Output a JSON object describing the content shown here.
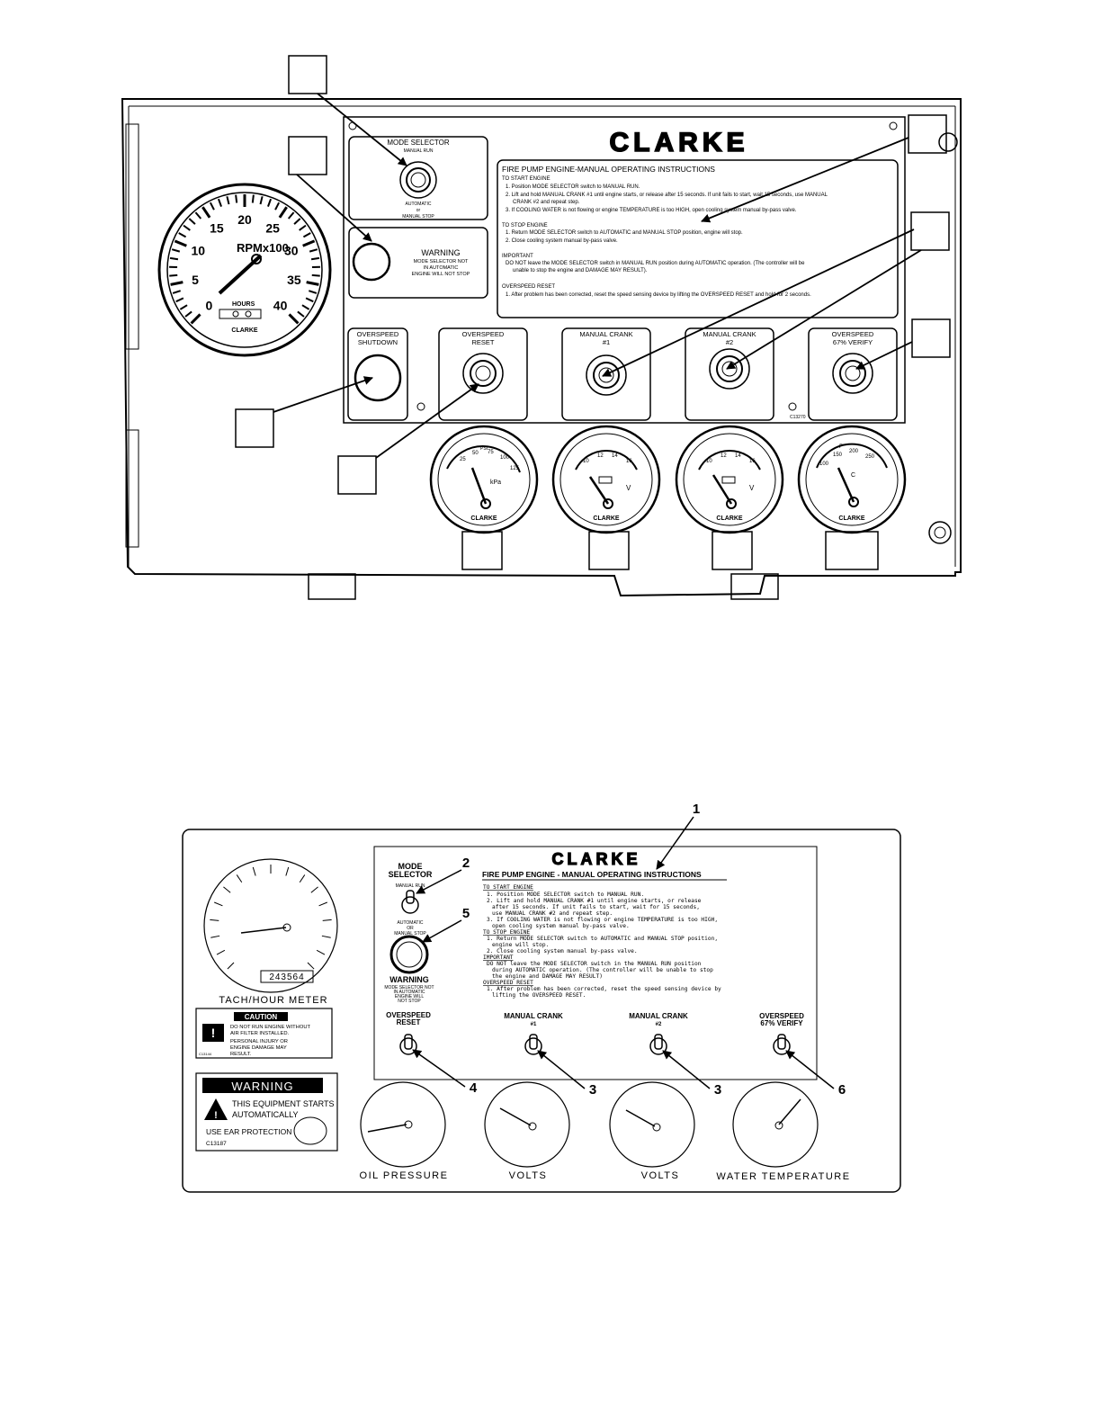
{
  "top": {
    "brand": "CLARKE",
    "mode_selector": {
      "title": "MODE SELECTOR",
      "top_label": "MANUAL RUN",
      "bottom_1": "AUTOMATIC",
      "bottom_2": "or",
      "bottom_3": "MANUAL STOP"
    },
    "warning": {
      "title": "WARNING",
      "line_1": "MODE SELECTOR NOT",
      "line_2": "IN AUTOMATIC",
      "line_3": "ENGINE WILL NOT STOP"
    },
    "instructions": {
      "title": "FIRE PUMP ENGINE-MANUAL OPERATING INSTRUCTIONS",
      "start_head": "TO START ENGINE",
      "start_1": "1. Position MODE SELECTOR switch to MANUAL RUN.",
      "start_2": "2. Lift and hold MANUAL CRANK #1 until engine starts, or release after 15 seconds. If unit fails to start, wait 15 seconds, use MANUAL",
      "start_2b": "CRANK #2 and repeat step.",
      "start_3": "3. If COOLING WATER is not flowing or engine TEMPERATURE is too HIGH, open cooling system manual by-pass valve.",
      "stop_head": "TO STOP ENGINE",
      "stop_1": "1. Return MODE SELECTOR switch to AUTOMATIC and MANUAL STOP position, engine will stop.",
      "stop_2": "2. Close cooling system manual by-pass valve.",
      "imp_head": "IMPORTANT",
      "imp_1": "DO NOT leave the MODE SELECTOR switch in MANUAL RUN position during AUTOMATIC operation. (The controller will be",
      "imp_2": "unable to stop the engine and DAMAGE MAY RESULT).",
      "ovs_head": "OVERSPEED RESET",
      "ovs_1": "1. After problem has been corrected, reset the speed sensing device by lifting the OVERSPEED RESET and hold for 2 seconds."
    },
    "buttons": {
      "ovs_shutdown_1": "OVERSPEED",
      "ovs_shutdown_2": "SHUTDOWN",
      "ovs_reset_1": "OVERSPEED",
      "ovs_reset_2": "RESET",
      "crank1_1": "MANUAL CRANK",
      "crank1_2": "#1",
      "crank2_1": "MANUAL CRANK",
      "crank2_2": "#2",
      "verify_1": "OVERSPEED",
      "verify_2": "67% VERIFY"
    },
    "tach": {
      "ticks": [
        "0",
        "5",
        "10",
        "15",
        "20",
        "25",
        "30",
        "35",
        "40"
      ],
      "unit": "RPMx100",
      "hours": "HOURS",
      "brand": "CLARKE"
    },
    "oil_ticks": [
      "25",
      "50",
      "75",
      "100",
      "125"
    ],
    "oil_unit_psi": "PSI",
    "oil_unit_kpa": "kPa",
    "volt1_ticks": [
      "10",
      "12",
      "14",
      "16"
    ],
    "volt_unit": "V",
    "volt2_ticks": [
      "10",
      "12",
      "14",
      "16"
    ],
    "temp_ticks": [
      "100",
      "150",
      "200",
      "250"
    ],
    "temp_unit_f": "F",
    "temp_unit_c": "C",
    "gauge_brand": "CLARKE"
  },
  "bottom": {
    "brand": "CLARKE",
    "title": "FIRE PUMP ENGINE - MANUAL OPERATING INSTRUCTIONS",
    "mode_selector_1": "MODE",
    "mode_selector_2": "SELECTOR",
    "manual_run": "MANUAL RUN",
    "automatic_1": "AUTOMATIC",
    "automatic_2": "OR",
    "automatic_3": "MANUAL STOP",
    "warning_title": "WARNING",
    "warning_1": "MODE SELECTOR NOT",
    "warning_2": "IN AUTOMATIC",
    "warning_3": "ENGINE WILL",
    "warning_4": "NOT STOP",
    "start_head": "TO START ENGINE",
    "start_1": "1. Position MODE SELECTOR switch to MANUAL RUN.",
    "start_2": "2. Lift and hold MANUAL CRANK #1 until engine starts, or release",
    "start_2b": "after 15 seconds. If unit fails to start, wait for 15 seconds,",
    "start_2c": "use MANUAL CRANK #2 and repeat step.",
    "start_3": "3. If COOLING WATER is not flowing or engine TEMPERATURE is too HIGH,",
    "start_3b": "open cooling system manual by-pass valve.",
    "stop_head": "TO STOP ENGINE",
    "stop_1": "1. Return MODE SELECTOR switch to AUTOMATIC and MANUAL STOP position,",
    "stop_1b": "engine will stop.",
    "stop_2": "2. Close cooling system manual by-pass valve.",
    "imp_head": "IMPORTANT",
    "imp_1": "DO NOT leave the MODE SELECTOR switch in the MANUAL RUN position",
    "imp_1b": "during AUTOMATIC operation. (The controller will be unable to stop",
    "imp_1c": "the engine and DAMAGE MAY RESULT)",
    "ovs_head": "OVERSPEED RESET",
    "ovs_1": "1. After problem has been corrected, reset the speed sensing device by",
    "ovs_1b": "lifting the OVERSPEED RESET.",
    "ovs_reset_1": "OVERSPEED",
    "ovs_reset_2": "RESET",
    "crank1_1": "MANUAL CRANK",
    "crank1_2": "#1",
    "crank2_1": "MANUAL CRANK",
    "crank2_2": "#2",
    "verify_1": "OVERSPEED",
    "verify_2": "67% VERIFY",
    "hour_meter": "243564",
    "tach_label": "TACH/HOUR METER",
    "caution": {
      "title": "CAUTION",
      "line_1": "DO NOT RUN ENGINE WITHOUT",
      "line_2": "AIR FILTER INSTALLED.",
      "line_3": "PERSONAL INJURY OR",
      "line_4": "ENGINE DAMAGE MAY",
      "line_5": "RESULT.",
      "code": "C13144"
    },
    "warning_label": {
      "title": "WARNING",
      "line_1": "THIS EQUIPMENT STARTS",
      "line_2": "AUTOMATICALLY",
      "line_3": "USE EAR PROTECTION",
      "code": "C13187"
    },
    "gauges": [
      "OIL PRESSURE",
      "VOLTS",
      "VOLTS",
      "WATER TEMPERATURE"
    ],
    "callouts": [
      "1",
      "2",
      "5",
      "4",
      "3",
      "3",
      "6"
    ]
  }
}
